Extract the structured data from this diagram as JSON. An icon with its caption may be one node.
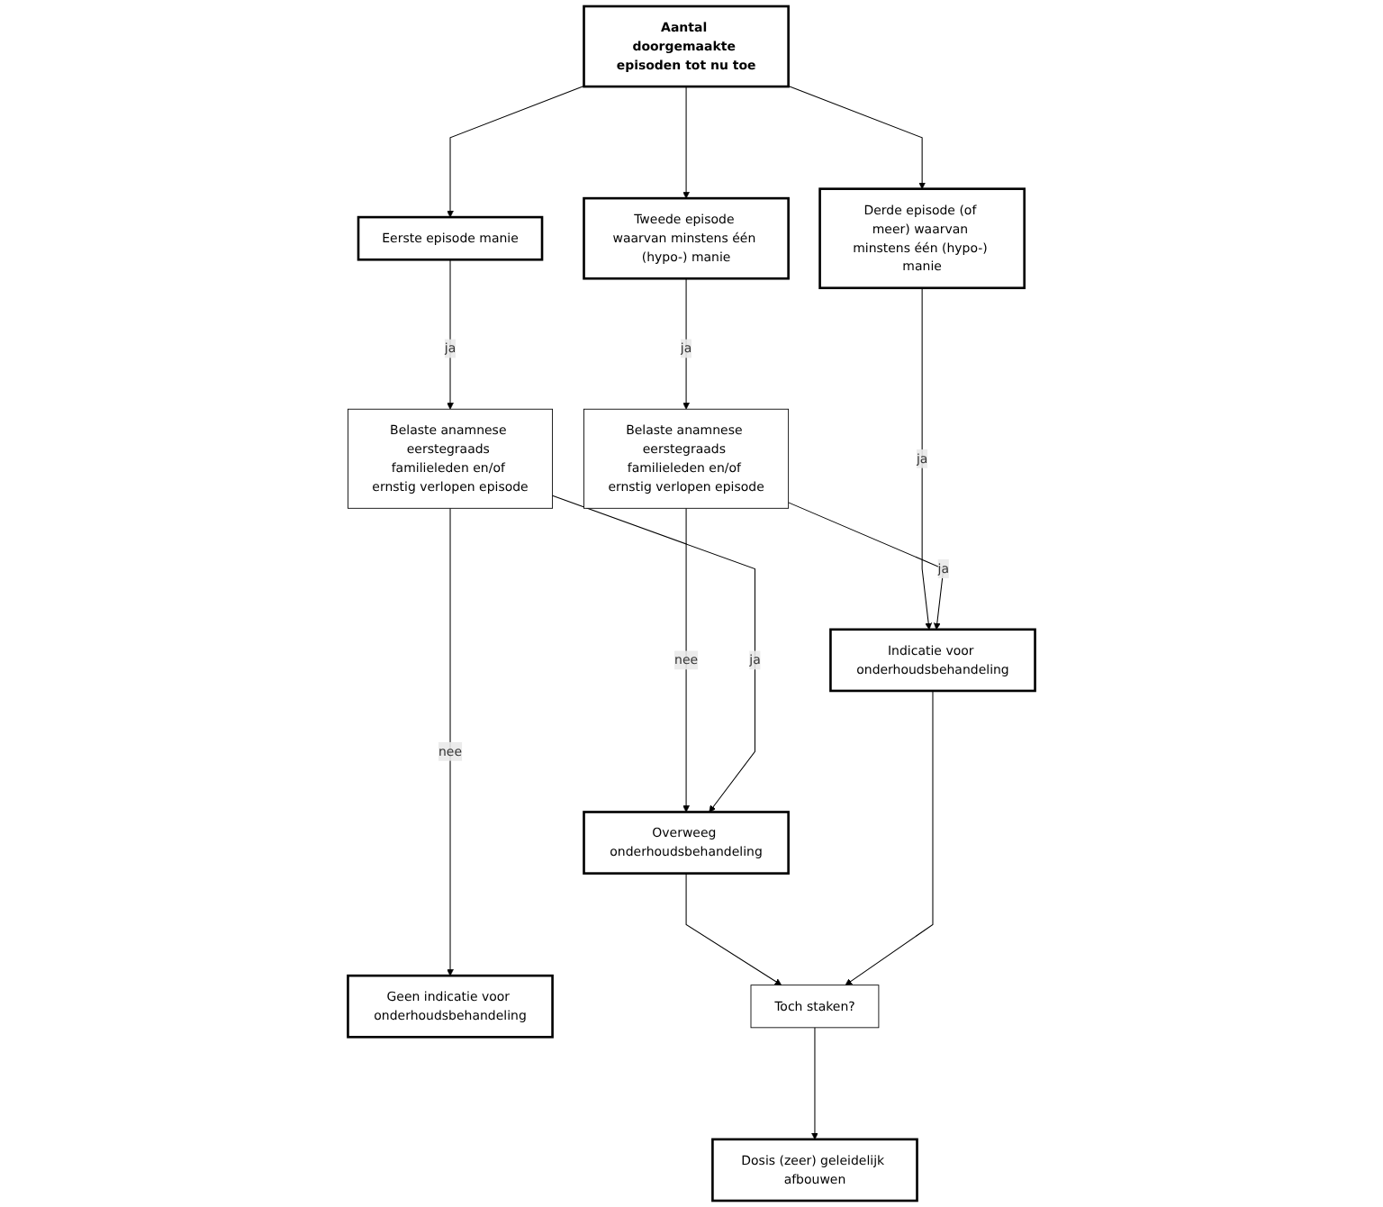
{
  "diagram": {
    "nodes": [
      {
        "text": [
          "Aantal doorgemaakte episoden tot nu toe"
        ]
      },
      {
        "text": [
          "Eerste episode manie"
        ]
      },
      {
        "text": [
          "Tweede episode waarvan minstens één (hypo-) manie"
        ]
      },
      {
        "text": [
          "Derde episode (of meer) waarvan minstens één (hypo-) manie"
        ]
      },
      {
        "text": [
          "Belaste anamnese eerstegraads familieleden en/of ernstig verlopen episode"
        ]
      },
      {
        "text": [
          "Belaste anamnese eerstegraads familieleden en/of ernstig verlopen episode"
        ]
      },
      {
        "text": [
          "Indicatie voor onderhoudsbehandeling"
        ]
      },
      {
        "text": [
          "Overweeg onderhoudsbehandeling"
        ]
      },
      {
        "text": [
          "Toch staken?"
        ]
      },
      {
        "text": [
          "Geen indicatie voor onderhoudsbehandeling"
        ]
      },
      {
        "text": [
          "Dosis (zeer) geleidelijk afbouwen"
        ]
      }
    ],
    "edges": [
      {
        "from": 0,
        "to": 1,
        "arrow": "to"
      },
      {
        "from": 0,
        "to": 2,
        "arrow": "to"
      },
      {
        "from": 0,
        "to": 3,
        "arrow": "to"
      },
      {
        "from": 1,
        "to": 4,
        "arrow": "to",
        "label": "ja"
      },
      {
        "from": 2,
        "to": 5,
        "arrow": "to",
        "label": "ja"
      },
      {
        "from": 3,
        "to": 6,
        "arrow": "to",
        "label": "ja"
      },
      {
        "from": 5,
        "to": 6,
        "arrow": "to",
        "label": "ja"
      },
      {
        "from": 5,
        "to": 7,
        "arrow": "to",
        "label": "nee"
      },
      {
        "from": 4,
        "to": 7,
        "arrow": "to",
        "label": "ja"
      },
      {
        "from": 4,
        "to": 9,
        "arrow": "to",
        "label": "nee"
      },
      {
        "from": 7,
        "to": 8,
        "arrow": "to"
      },
      {
        "from": 6,
        "to": 8,
        "arrow": "to"
      },
      {
        "from": 8,
        "to": 10,
        "arrow": "to"
      }
    ]
  }
}
